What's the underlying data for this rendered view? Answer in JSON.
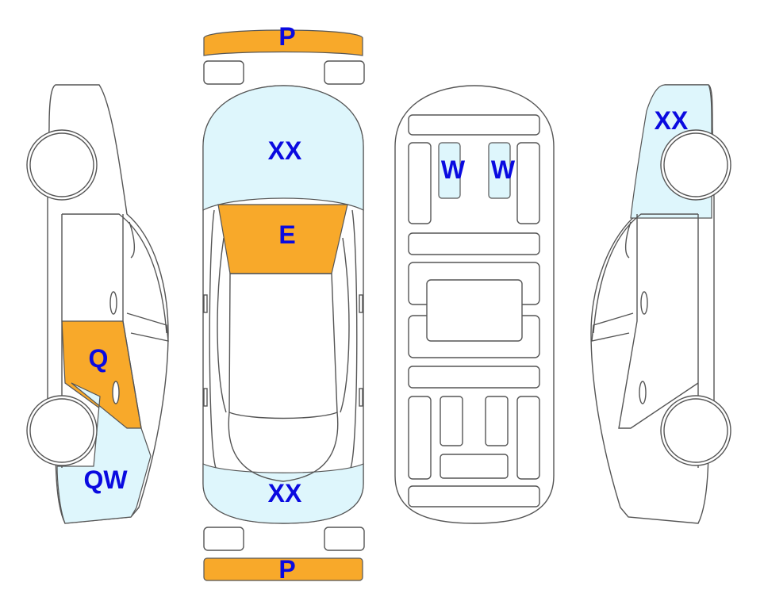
{
  "colors": {
    "damage_orange": "#f8a92a",
    "damage_blue": "#def6fc",
    "label": "#0a0ae0"
  },
  "left_view": {
    "labels": {
      "door": "Q",
      "rear_quarter": "QW"
    }
  },
  "top_view": {
    "labels": {
      "front_bumper": "P",
      "hood": "XX",
      "windshield": "E",
      "trunk": "XX",
      "rear_bumper": "P"
    }
  },
  "underside_view": {
    "labels": {
      "seat_left": "W",
      "seat_right": "W"
    }
  },
  "right_view": {
    "labels": {
      "front_fender": "XX"
    }
  }
}
